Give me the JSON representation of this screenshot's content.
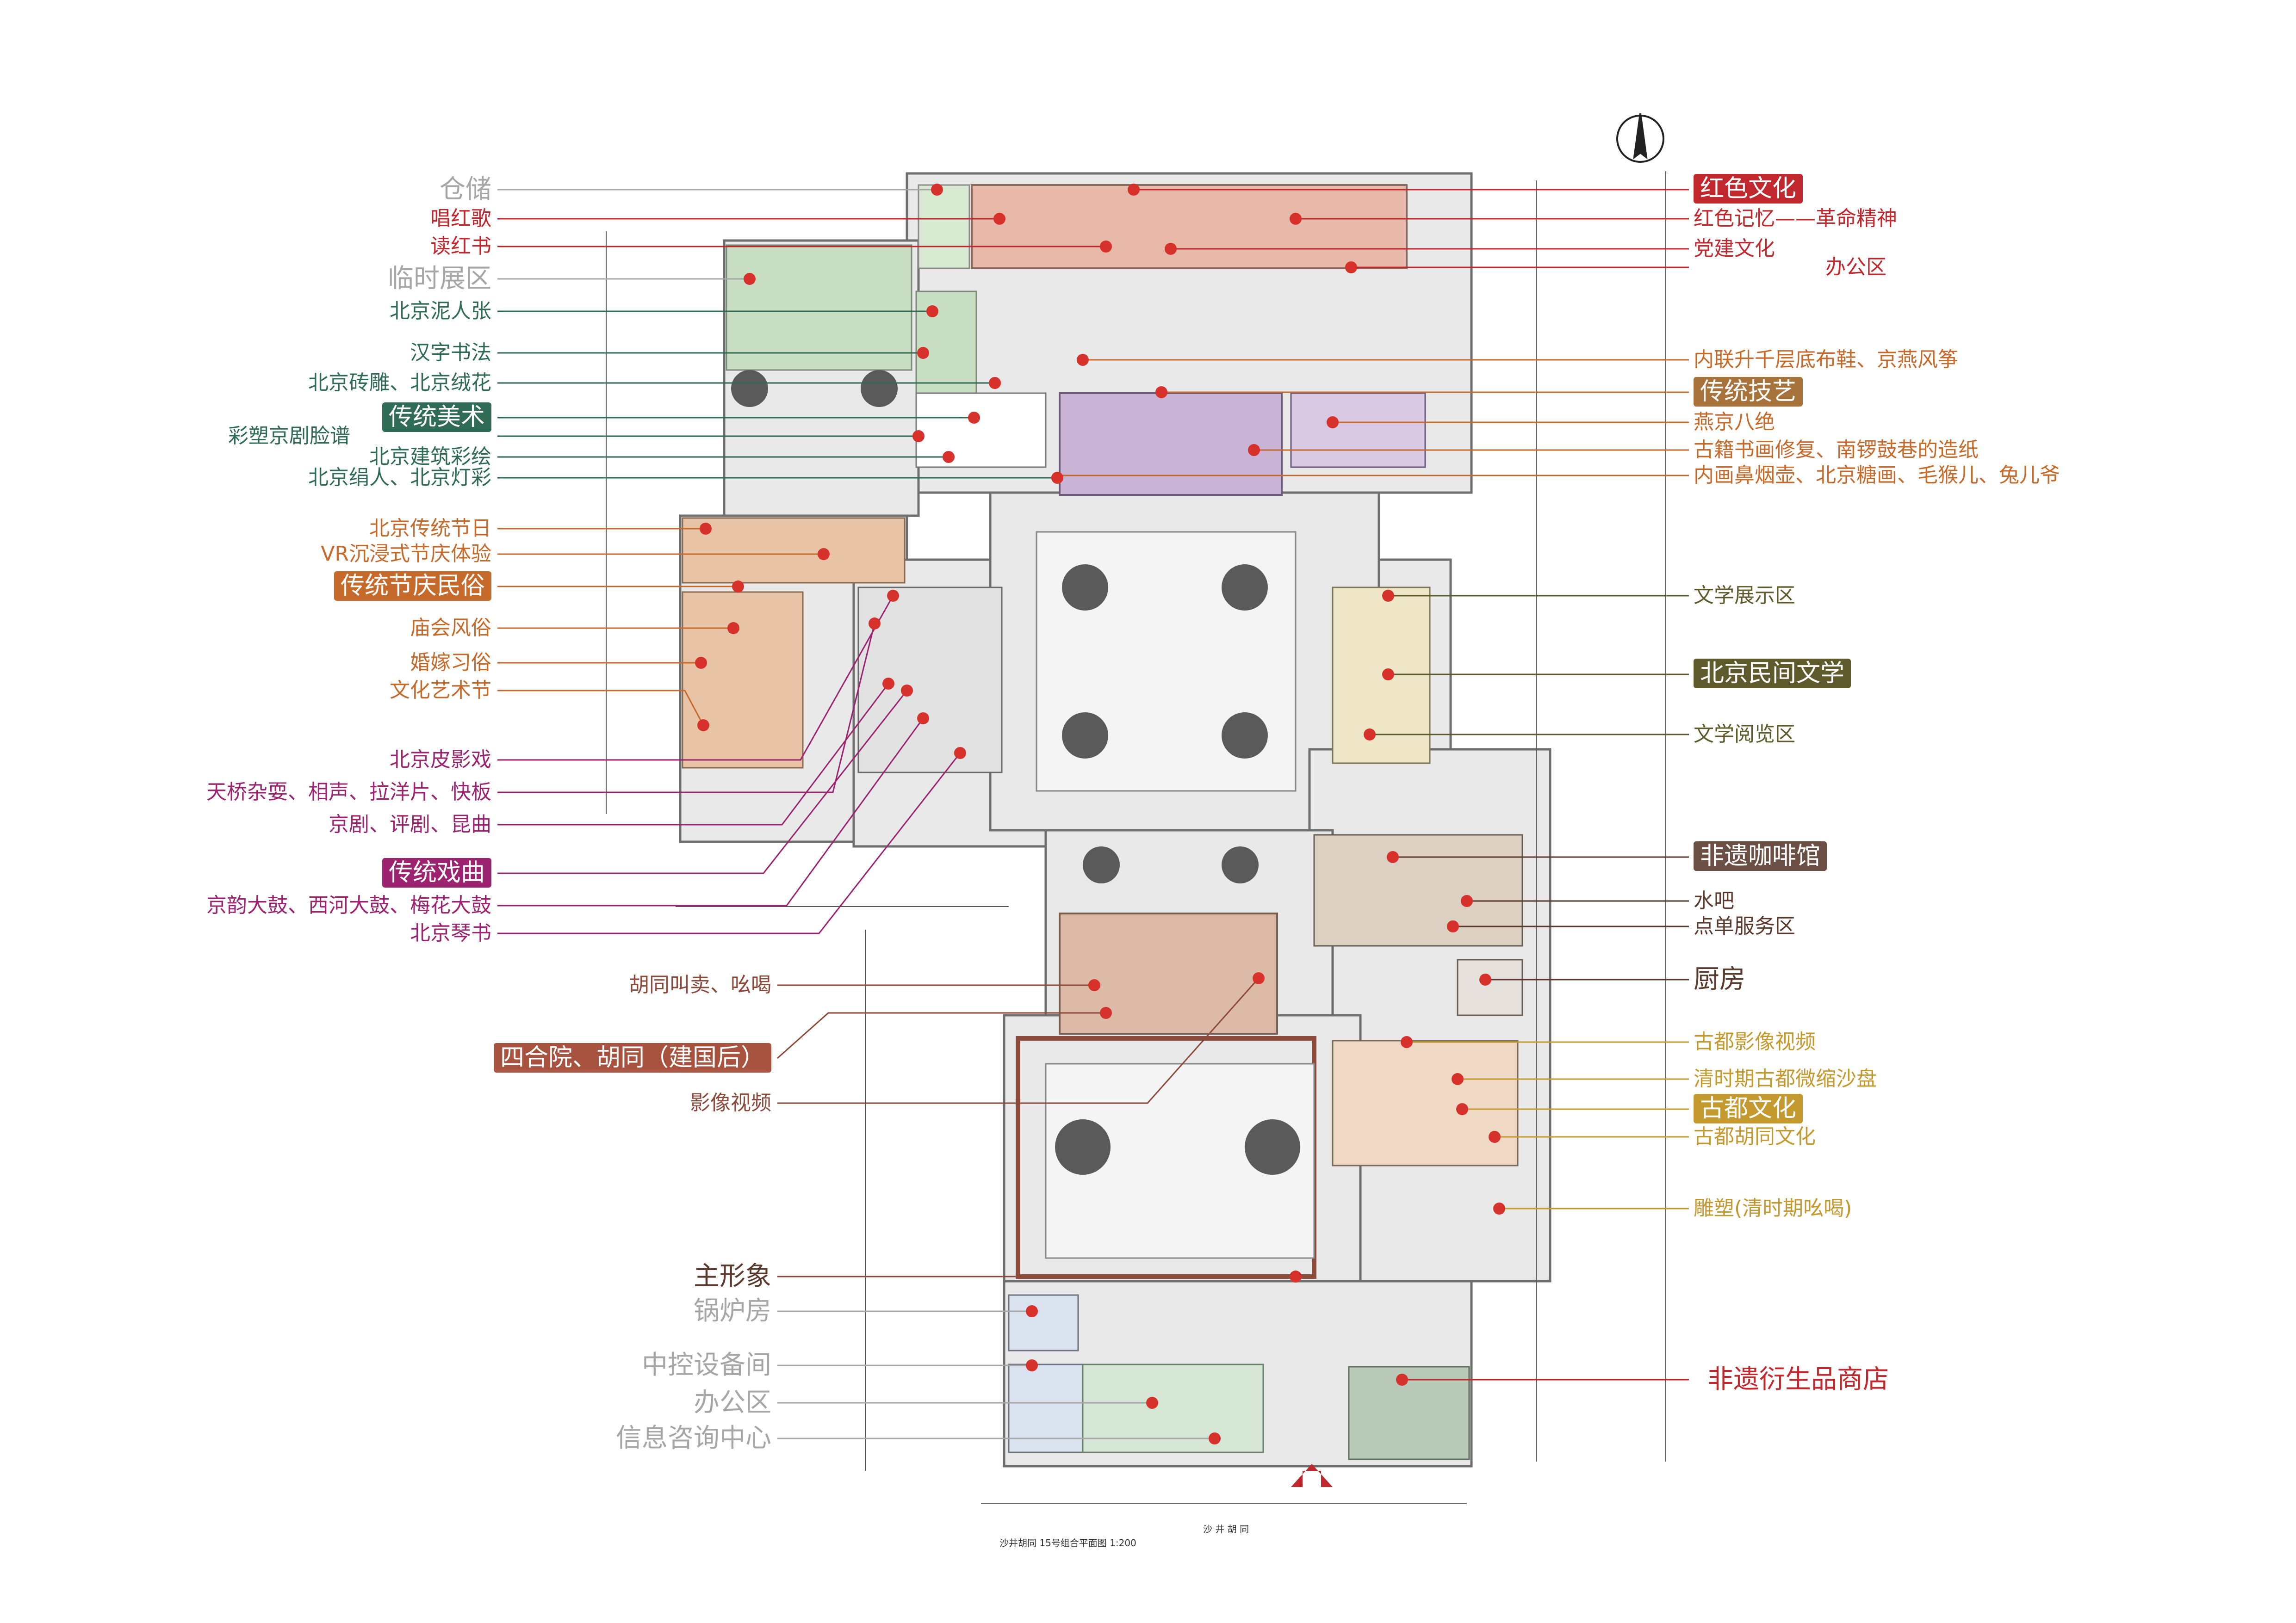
{
  "colors": {
    "gray": "#a6a6a6",
    "red": "#c0282e",
    "green": "#2f6b55",
    "orange": "#c66a2b",
    "magenta": "#9b2370",
    "brown": "#5b3a2e",
    "olive": "#5e5a2c",
    "gold": "#c49a2e",
    "dot": "#d6312a"
  },
  "labels": {
    "cangchu": "仓储",
    "changhongge": "唱红歌",
    "duhongshu": "读红书",
    "linshizhanqu": "临时展区",
    "nirenzhang": "北京泥人张",
    "shufa": "汉字书法",
    "zhuandiao": "北京砖雕、北京绒花",
    "chuantongmeishu": "传统美术",
    "lianpu": "彩塑京剧脸谱",
    "caihui": "北京建筑彩绘",
    "juanren": "北京绢人、北京灯彩",
    "jieri": "北京传统节日",
    "vr": "VR沉浸式节庆体验",
    "jieqingminsu": "传统节庆民俗",
    "miaohui": "庙会风俗",
    "hunjia": "婚嫁习俗",
    "wenyijie": "文化艺术节",
    "piyingxi": "北京皮影戏",
    "tianqiao": "天桥杂耍、相声、拉洋片、快板",
    "jingju": "京剧、评剧、昆曲",
    "chuantongxiqu": "传统戏曲",
    "jingyun": "京韵大鼓、西河大鼓、梅花大鼓",
    "qinshu": "北京琴书",
    "jiaomai": "胡同叫卖、吆喝",
    "siheyuan": "四合院、胡同（建国后）",
    "yingxiang": "影像视频",
    "zhuxingxiang": "主形象",
    "guolufang": "锅炉房",
    "zhongkong": "中控设备间",
    "bangongqu_l": "办公区",
    "zixun": "信息咨询中心",
    "hongsewenhua": "红色文化",
    "hongsejiyi": "红色记忆——革命精神",
    "dangjian": "党建文化",
    "bangongqu_r": "办公区",
    "bubuxie": "内联升千层底布鞋、京燕风筝",
    "chuantongjiyi": "传统技艺",
    "yanjing": "燕京八绝",
    "guji": "古籍书画修复、南锣鼓巷的造纸",
    "neihua": "内画鼻烟壶、北京糖画、毛猴儿、兔儿爷",
    "wenxuezhanshi": "文学展示区",
    "minjianwenxue": "北京民间文学",
    "wenxueyuelan": "文学阅览区",
    "kafeiguan": "非遗咖啡馆",
    "shuiba": "水吧",
    "diandan": "点单服务区",
    "chufang": "厨房",
    "guduyingxiang": "古都影像视频",
    "shapan": "清时期古都微缩沙盘",
    "guduwenhua": "古都文化",
    "hutongwenhua": "古都胡同文化",
    "diaosu": "雕塑(清时期吆喝)",
    "shangdian": "非遗衍生品商店",
    "street": "沙    井    胡    同",
    "caption": "沙井胡同    15号组合平面图    1:200"
  }
}
